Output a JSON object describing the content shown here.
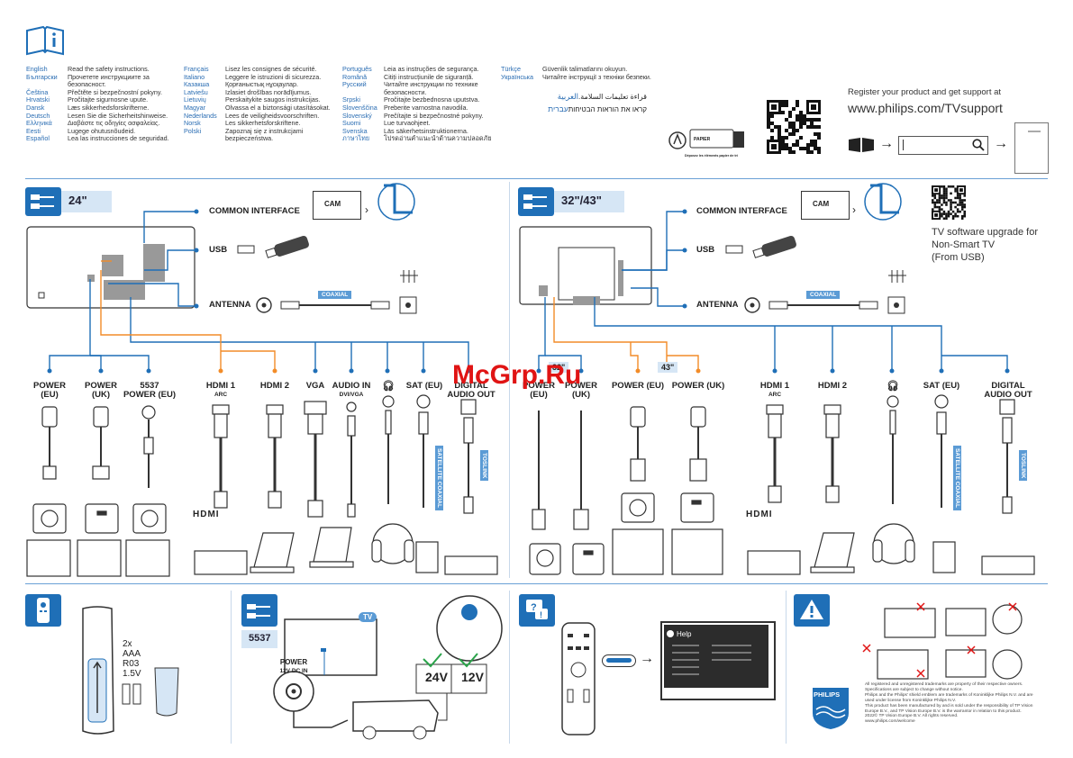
{
  "languages": {
    "col1": [
      {
        "name": "English",
        "text": "Read the safety instructions."
      },
      {
        "name": "Български",
        "text": "Прочетете инструкциите за безопасност."
      },
      {
        "name": "Čeština",
        "text": "Přečtěte si bezpečnostní pokyny."
      },
      {
        "name": "Hrvatski",
        "text": "Pročitajte sigurnosne upute."
      },
      {
        "name": "Dansk",
        "text": "Læs sikkerhedsforskrifterne."
      },
      {
        "name": "Deutsch",
        "text": "Lesen Sie die Sicherheitshinweise."
      },
      {
        "name": "Ελληνικά",
        "text": "Διαβάστε τις οδηγίες ασφαλείας."
      },
      {
        "name": "Eesti",
        "text": "Lugege ohutusnõudeid."
      },
      {
        "name": "Español",
        "text": "Lea las instrucciones de seguridad."
      }
    ],
    "col2": [
      {
        "name": "Français",
        "text": "Lisez les consignes de sécurité."
      },
      {
        "name": "Italiano",
        "text": "Leggere le istruzioni di sicurezza."
      },
      {
        "name": "Казакша",
        "text": "Қорғаныстық нұсқаулар."
      },
      {
        "name": "Latviešu",
        "text": "Izlasiet drošības norādījumus."
      },
      {
        "name": "Lietuvių",
        "text": "Perskaitykite saugos instrukcijas."
      },
      {
        "name": "Magyar",
        "text": "Olvassa el a biztonsági utasításokat."
      },
      {
        "name": "Nederlands",
        "text": "Lees de veiligheidsvoorschriften."
      },
      {
        "name": "Norsk",
        "text": "Les sikkerhetsforskriftene."
      },
      {
        "name": "Polski",
        "text": "Zapoznaj się z instrukcjami bezpieczeństwa."
      }
    ],
    "col3": [
      {
        "name": "Português",
        "text": "Leia as instruções de segurança."
      },
      {
        "name": "Română",
        "text": "Citiți instrucțiunile de siguranță."
      },
      {
        "name": "Русский",
        "text": "Читайте инструкции по технике безопасности."
      },
      {
        "name": "Srpski",
        "text": "Pročitajte bezbednosna uputstva."
      },
      {
        "name": "Slovenščina",
        "text": "Preberite varnostna navodila."
      },
      {
        "name": "Slovenský",
        "text": "Prečítajte si bezpečnostné pokyny."
      },
      {
        "name": "Suomi",
        "text": "Lue turvaohjeet."
      },
      {
        "name": "Svenska",
        "text": "Läs säkerhetsinstruktionerna."
      },
      {
        "name": "ภาษาไทย",
        "text": "โปรดอ่านคำแนะนำด้านความปลอดภัย"
      }
    ],
    "col4": [
      {
        "name": "Türkçe",
        "text": "Güvenlik talimatlarını okuyun."
      },
      {
        "name": "Українська",
        "text": "Читайте інструкції з техніки безпеки."
      }
    ],
    "rtl": [
      {
        "name": "العربية",
        "text": "قراءة تعليمات السلامة."
      },
      {
        "name": "עברית",
        "text": "קראו את הוראות הבטיחות"
      }
    ]
  },
  "register": {
    "line1": "Register your product and get support at",
    "url": "www.philips.com/TVsupport"
  },
  "paper": {
    "label": "PAPIER",
    "caption": "Déposez les éléments papier de tri"
  },
  "section24": {
    "size": "24\"",
    "common_interface": "COMMON INTERFACE",
    "cam": "CAM",
    "usb": "USB",
    "antenna": "ANTENNA",
    "coaxial": "COAXIAL",
    "power_eu": "POWER\n(EU)",
    "power_uk": "POWER\n(UK)",
    "power_5537": "5537\nPOWER (EU)",
    "hdmi1": "HDMI 1",
    "arc": "ARC",
    "hdmi2": "HDMI 2",
    "vga": "VGA",
    "audio_in": "AUDIO IN",
    "dvi_vga": "DVI/VGA",
    "sat": "SAT (EU)",
    "digital_audio": "DIGITAL\nAUDIO OUT",
    "satellite": "SATELLITE",
    "coaxial_v": "COAXIAL",
    "toslink": "TOSLINK",
    "hdmi_logo": "HDMI"
  },
  "section32": {
    "size": "32\"/43\"",
    "common_interface": "COMMON INTERFACE",
    "cam": "CAM",
    "usb": "USB",
    "antenna": "ANTENNA",
    "coaxial": "COAXIAL",
    "software": "TV software upgrade for\nNon-Smart TV\n(From USB)",
    "badge32": "32\"",
    "badge43": "43\"",
    "power_eu": "POWER\n(EU)",
    "power_uk": "POWER\n(UK)",
    "power_eu2": "POWER (EU)",
    "power_uk2": "POWER (UK)",
    "hdmi1": "HDMI 1",
    "arc": "ARC",
    "hdmi2": "HDMI 2",
    "sat": "SAT (EU)",
    "digital_audio": "DIGITAL\nAUDIO OUT",
    "satellite": "SATELLITE",
    "coaxial_v": "COAXIAL",
    "toslink": "TOSLINK",
    "hdmi_logo": "HDMI"
  },
  "battery": {
    "text": "2x\nAAA\nR03\n1.5V"
  },
  "caravan": {
    "model": "5537",
    "tv": "TV",
    "power": "POWER",
    "dc": "12V DC IN",
    "v24": "24V",
    "v12": "12V"
  },
  "help": {
    "title": "Help"
  },
  "watermark": "McGrp.Ru",
  "brand": "PHILIPS",
  "footer": [
    "All registered and unregistered trademarks are property of their respective owners.",
    "Specifications are subject to change without notice.",
    "Philips and the Philips' shield emblem are trademarks of Koninklijke Philips N.V. and are",
    "used under license from Koninklijke Philips N.V.",
    "This product has been manufactured by and is sold under the responsibility of TP Vision",
    "Europe B.V., and TP Vision Europe B.V. is the warrantor in relation to this product.",
    "2022© TP Vision Europe B.V. All rights reserved.",
    "www.philips.com/welcome"
  ],
  "colors": {
    "blue": "#1f6fb7",
    "lightblue": "#5b9bd5",
    "orange": "#f28c28",
    "red": "#e01414"
  }
}
